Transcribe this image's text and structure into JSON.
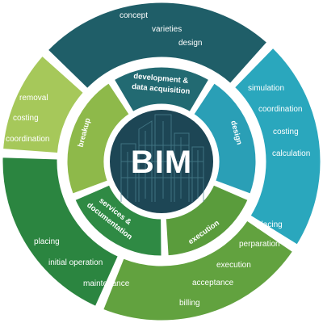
{
  "center": {
    "title": "BIM"
  },
  "inner_ring": [
    {
      "id": "development",
      "lines": [
        "development &",
        "data acquisition"
      ],
      "color": "#226a72"
    },
    {
      "id": "design",
      "lines": [
        "design"
      ],
      "color": "#2a9fb6"
    },
    {
      "id": "execution",
      "lines": [
        "execution"
      ],
      "color": "#5a9c3c"
    },
    {
      "id": "services",
      "lines": [
        "services &",
        "documentation"
      ],
      "color": "#2f8a44"
    },
    {
      "id": "breakup",
      "lines": [
        "breakup"
      ],
      "color": "#8eb94a"
    }
  ],
  "outer_ring": [
    {
      "id": "development",
      "items": [
        "concept",
        "varieties",
        "design"
      ],
      "color": "#1f5e68"
    },
    {
      "id": "design",
      "items": [
        "simulation",
        "coordination",
        "costing",
        "calculation"
      ],
      "color": "#2aa7bd"
    },
    {
      "id": "execution",
      "items": [
        "placing",
        "perparation",
        "execution",
        "acceptance",
        "billing"
      ],
      "color": "#62a23f"
    },
    {
      "id": "services",
      "items": [
        "placing",
        "initial operation",
        "maintenance"
      ],
      "color": "#2b8540"
    },
    {
      "id": "breakup",
      "items": [
        "removal",
        "costing",
        "coordination"
      ],
      "color": "#a6c85a"
    }
  ],
  "colors": {
    "background": "#ffffff",
    "core": "#1d4655",
    "divider": "#ffffff"
  }
}
